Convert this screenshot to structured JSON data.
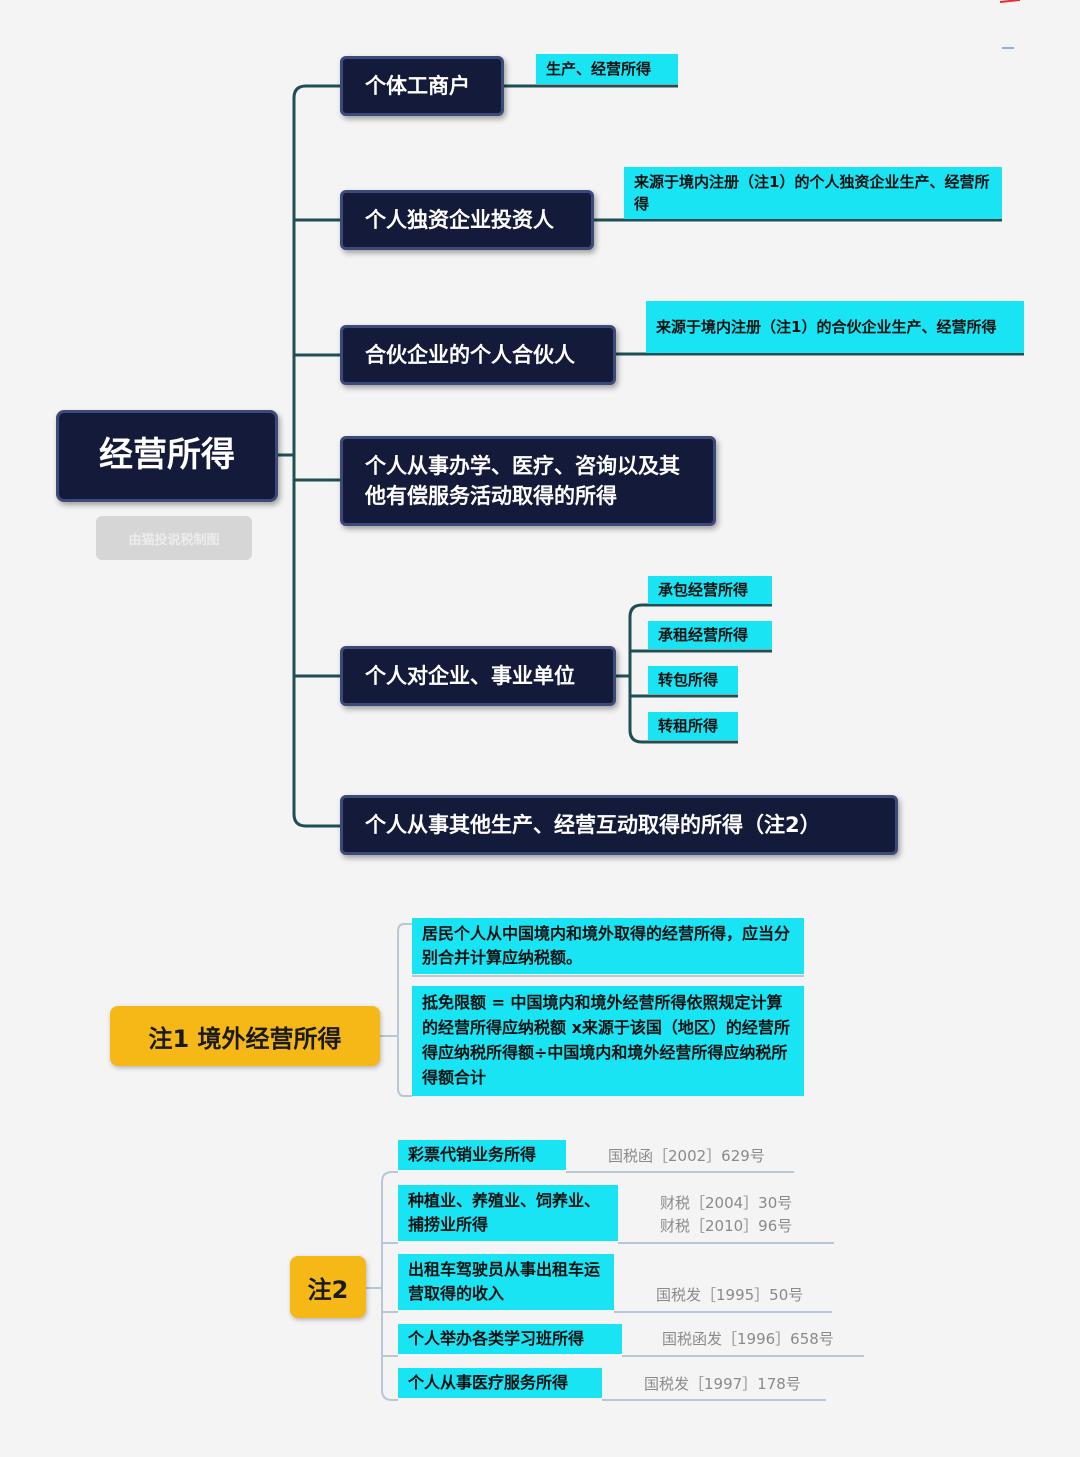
{
  "root": {
    "label": "经营所得",
    "watermark": "由猫投说税制图"
  },
  "branches": [
    {
      "label": "个体工商户",
      "details": [
        "生产、经营所得"
      ]
    },
    {
      "label": "个人独资企业投资人",
      "details": [
        "来源于境内注册（注1）的个人独资企业生产、经营所得"
      ]
    },
    {
      "label": "合伙企业的个人合伙人",
      "details": [
        "来源于境内注册（注1）的合伙企业生产、经营所得"
      ]
    },
    {
      "label": "个人从事办学、医疗、咨询以及其他有偿服务活动取得的所得",
      "details": []
    },
    {
      "label": "个人对企业、事业单位",
      "details": [
        "承包经营所得",
        "承租经营所得",
        "转包所得",
        "转租所得"
      ]
    },
    {
      "label": "个人从事其他生产、经营互动取得的所得（注2）",
      "details": []
    }
  ],
  "note1": {
    "label": "注1  境外经营所得",
    "items": [
      "居民个人从中国境内和境外取得的经营所得，应当分别合并计算应纳税额。",
      "抵免限额 = 中国境内和境外经营所得依照规定计算的经营所得应纳税额 x来源于该国（地区）的经营所得应纳税所得额÷中国境内和境外经营所得应纳税所得额合计"
    ]
  },
  "note2": {
    "label": "注2",
    "items": [
      {
        "label": "彩票代销业务所得",
        "refs": [
          "国税函［2002］629号"
        ]
      },
      {
        "label": "种植业、养殖业、饲养业、捕捞业所得",
        "refs": [
          "财税［2004］30号",
          "财税［2010］96号"
        ]
      },
      {
        "label": "出租车驾驶员从事出租车运营取得的收入",
        "refs": [
          "国税发［1995］50号"
        ]
      },
      {
        "label": "个人举办各类学习班所得",
        "refs": [
          "国税函发［1996］658号"
        ]
      },
      {
        "label": "个人从事医疗服务所得",
        "refs": [
          "国税发［1997］178号"
        ]
      }
    ]
  },
  "colors": {
    "node": "#141a3a",
    "node_border": "#3b4a7a",
    "tag": "#18e4f4",
    "connector": "#1f4f55",
    "note": "#f6b817",
    "note_line": "#b8c7d6"
  }
}
